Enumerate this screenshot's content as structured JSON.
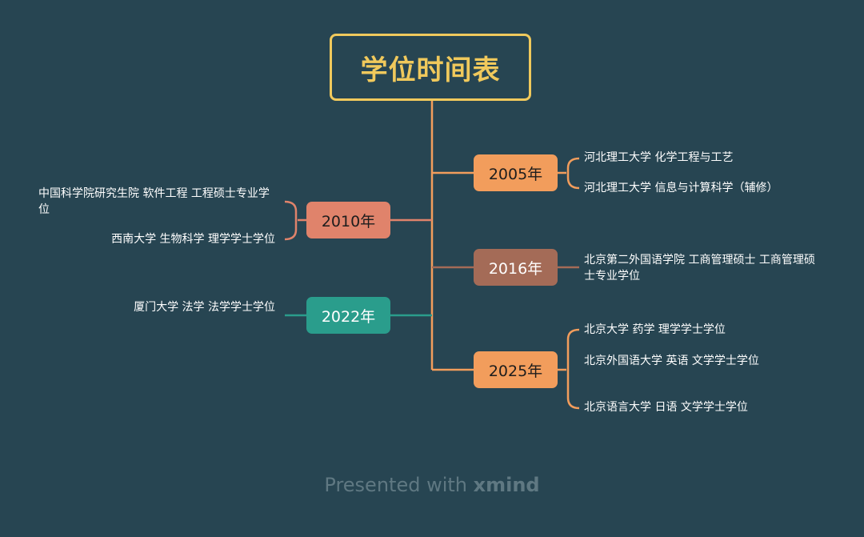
{
  "title": "学位时间表",
  "branches": [
    {
      "year": "2005年",
      "color": "#f29d5c",
      "text_color": "#1d1d1d",
      "items": [
        "河北理工大学 化学工程与工艺",
        "河北理工大学 信息与计算科学（辅修）"
      ]
    },
    {
      "year": "2016年",
      "color": "#a46b57",
      "text_color": "#ffffff",
      "items": [
        "北京第二外国语学院 工商管理硕士 工商管理硕士专业学位"
      ]
    },
    {
      "year": "2025年",
      "color": "#f29d5c",
      "text_color": "#1d1d1d",
      "items": [
        "北京大学 药学 理学学士学位",
        "北京外国语大学 英语 文学学士学位",
        "北京语言大学 日语 文学学士学位"
      ]
    },
    {
      "year": "2010年",
      "color": "#e0836b",
      "text_color": "#1d1d1d",
      "items": [
        "中国科学院研究生院 软件工程 工程硕士专业学位",
        "西南大学 生物科学 理学学士学位"
      ]
    },
    {
      "year": "2022年",
      "color": "#2a9d8c",
      "text_color": "#ffffff",
      "items": [
        "厦门大学 法学 法学学士学位"
      ]
    }
  ],
  "footer": {
    "prefix": "Presented with ",
    "brand": "xmind"
  }
}
